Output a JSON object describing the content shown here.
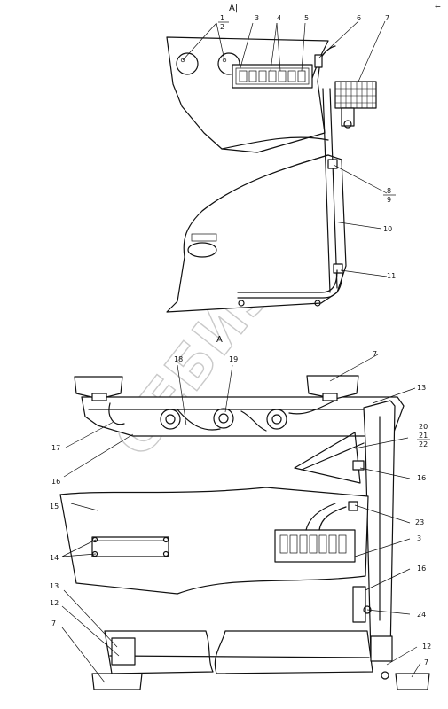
{
  "drawing": {
    "top_view_title": "A|",
    "bottom_view_title": "A",
    "corner_mark": "←",
    "watermark": "СЕБИЗОН",
    "callouts": {
      "c1": "1",
      "c2": "2",
      "c3a": "3",
      "c4": "4",
      "c5": "5",
      "c6": "6",
      "c7a": "7",
      "c8": "8",
      "c9": "9",
      "c10": "10",
      "c11": "11",
      "c18": "18",
      "c19": "19",
      "c7b": "7",
      "c13a": "13",
      "c17": "17",
      "c16a": "16",
      "c20": "20",
      "c21": "21",
      "c22": "22",
      "c16b": "16",
      "c15": "15",
      "c23": "23",
      "c14": "14",
      "c3b": "3",
      "c16c": "16",
      "c24": "24",
      "c13b": "13",
      "c12a": "12",
      "c7c": "7",
      "c12b": "12",
      "c7d": "7"
    }
  }
}
